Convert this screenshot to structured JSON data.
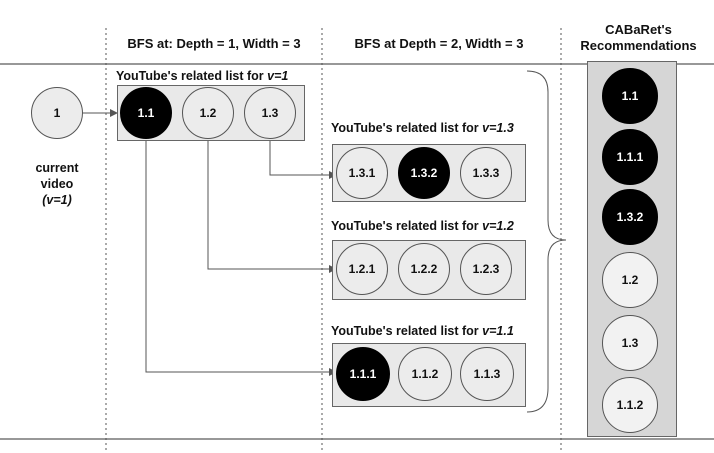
{
  "headers": {
    "bfs_depth1": "BFS at: Depth = 1, Width = 3",
    "bfs_depth2": "BFS at Depth = 2, Width = 3",
    "cabaret_line1": "CABaRet's",
    "cabaret_line2": "Recommendations"
  },
  "current_video": {
    "node": "1",
    "label_line1": "current",
    "label_line2": "video",
    "label_line3": "(v=1)"
  },
  "related_lists": {
    "prefix": "YouTube's related list for ",
    "v1": {
      "label_var": "v=1",
      "nodes": [
        {
          "label": "1.1",
          "selected": true
        },
        {
          "label": "1.2",
          "selected": false
        },
        {
          "label": "1.3",
          "selected": false
        }
      ]
    },
    "v13": {
      "label_var": "v=1.3",
      "nodes": [
        {
          "label": "1.3.1",
          "selected": false
        },
        {
          "label": "1.3.2",
          "selected": true
        },
        {
          "label": "1.3.3",
          "selected": false
        }
      ]
    },
    "v12": {
      "label_var": "v=1.2",
      "nodes": [
        {
          "label": "1.2.1",
          "selected": false
        },
        {
          "label": "1.2.2",
          "selected": false
        },
        {
          "label": "1.2.3",
          "selected": false
        }
      ]
    },
    "v11": {
      "label_var": "v=1.1",
      "nodes": [
        {
          "label": "1.1.1",
          "selected": true
        },
        {
          "label": "1.1.2",
          "selected": false
        },
        {
          "label": "1.1.3",
          "selected": false
        }
      ]
    }
  },
  "recommendations": [
    {
      "label": "1.1",
      "selected": true
    },
    {
      "label": "1.1.1",
      "selected": true
    },
    {
      "label": "1.3.2",
      "selected": true
    },
    {
      "label": "1.2",
      "selected": false
    },
    {
      "label": "1.3",
      "selected": false
    },
    {
      "label": "1.1.2",
      "selected": false
    }
  ]
}
